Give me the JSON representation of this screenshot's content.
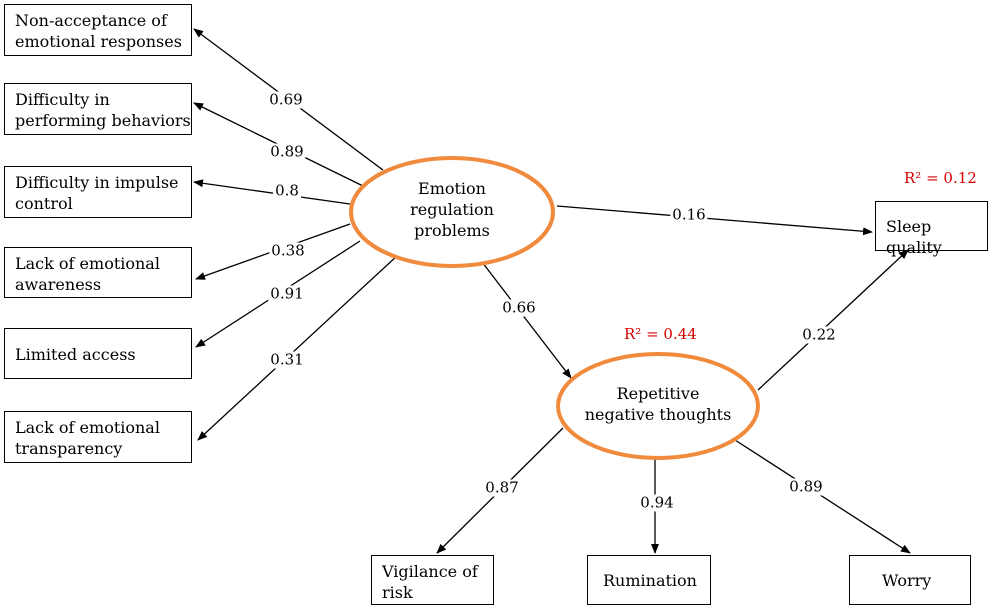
{
  "indicators_left": [
    {
      "id": "nonacc",
      "label": "Non-acceptance of\nemotional responses",
      "coef": "0.69"
    },
    {
      "id": "goals",
      "label": "Difficulty in\nperforming behaviors",
      "coef": "0.89"
    },
    {
      "id": "impulse",
      "label": "Difficulty in impulse\ncontrol",
      "coef": "0.8"
    },
    {
      "id": "aware",
      "label": "Lack of emotional\nawareness",
      "coef": "0.38"
    },
    {
      "id": "access",
      "label": "Limited access",
      "coef": "0.91"
    },
    {
      "id": "clarity",
      "label": "Lack of emotional\ntransparency",
      "coef": "0.31"
    }
  ],
  "latent": {
    "erp": {
      "label": "Emotion\nregulation\nproblems"
    },
    "rnt": {
      "label": "Repetitive\nnegative thoughts",
      "r2": "R² = 0.44"
    }
  },
  "outcome": {
    "label": "Sleep quality",
    "r2": "R² = 0.12"
  },
  "indicators_bottom": [
    {
      "id": "vigilance",
      "label": "Vigilance of\nrisk",
      "coef": "0.87"
    },
    {
      "id": "rumination",
      "label": "Rumination",
      "coef": "0.94"
    },
    {
      "id": "worry",
      "label": "Worry",
      "coef": "0.89"
    }
  ],
  "paths": {
    "erp_sleep": "0.16",
    "erp_rnt": "0.66",
    "rnt_sleep": "0.22"
  },
  "colors": {
    "ellipse": "#f08a3c",
    "r2": "#d40000",
    "line": "#000000"
  }
}
